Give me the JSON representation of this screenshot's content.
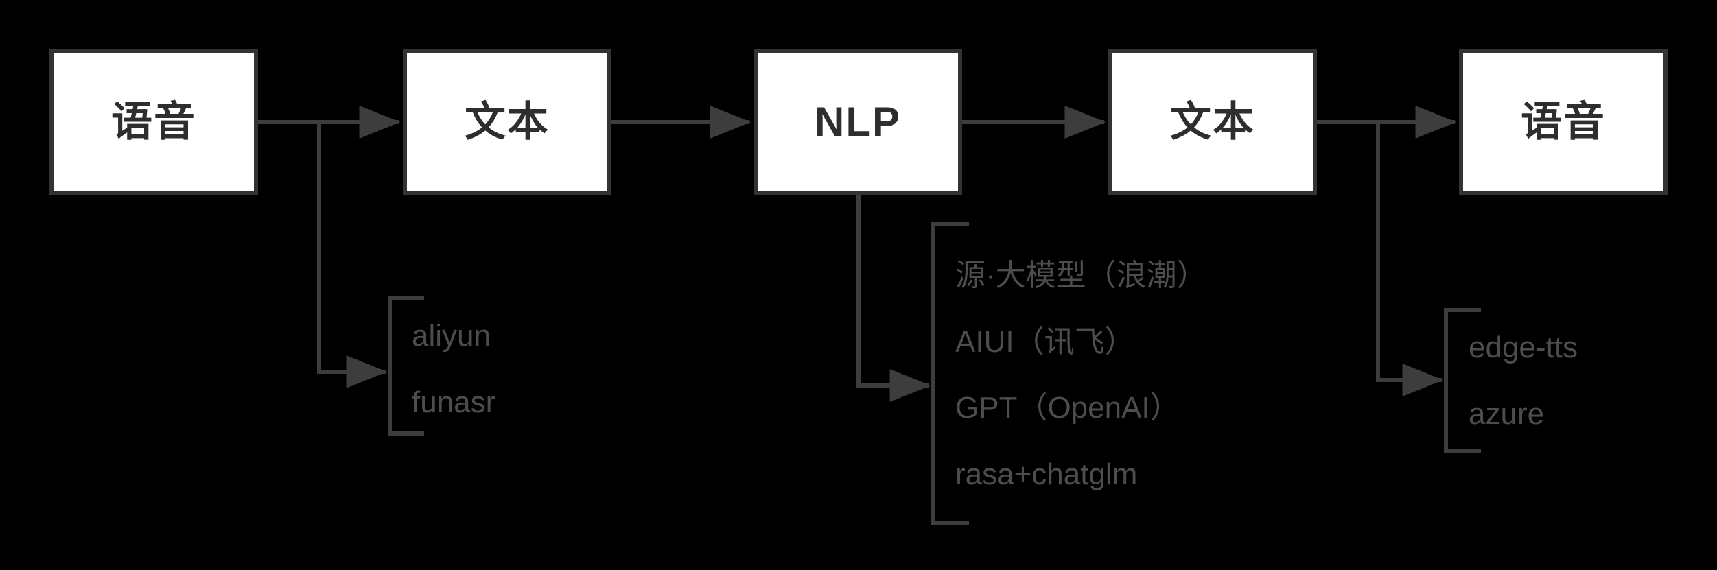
{
  "diagram": {
    "title": "voice-assistant-pipeline",
    "background_color": "#000000",
    "box_fill_color": "#ffffff",
    "box_border_color": "#333333",
    "box_text_color": "#2e2e2e",
    "option_text_color": "#4d4d4d",
    "line_color": "#3d3d3d",
    "nodes": [
      {
        "id": "speech-in",
        "label": "语音"
      },
      {
        "id": "text-in",
        "label": "文本"
      },
      {
        "id": "nlp",
        "label": "NLP"
      },
      {
        "id": "text-out",
        "label": "文本"
      },
      {
        "id": "speech-out",
        "label": "语音"
      }
    ],
    "branches": [
      {
        "id": "asr-options",
        "source": "speech-in",
        "options": [
          "aliyun",
          "funasr"
        ]
      },
      {
        "id": "nlp-options",
        "source": "nlp",
        "options": [
          "源·大模型（浪潮）",
          "AIUI（讯飞）",
          "GPT（OpenAI）",
          "rasa+chatglm"
        ]
      },
      {
        "id": "tts-options",
        "source": "text-out",
        "options": [
          "edge-tts",
          "azure"
        ]
      }
    ]
  }
}
